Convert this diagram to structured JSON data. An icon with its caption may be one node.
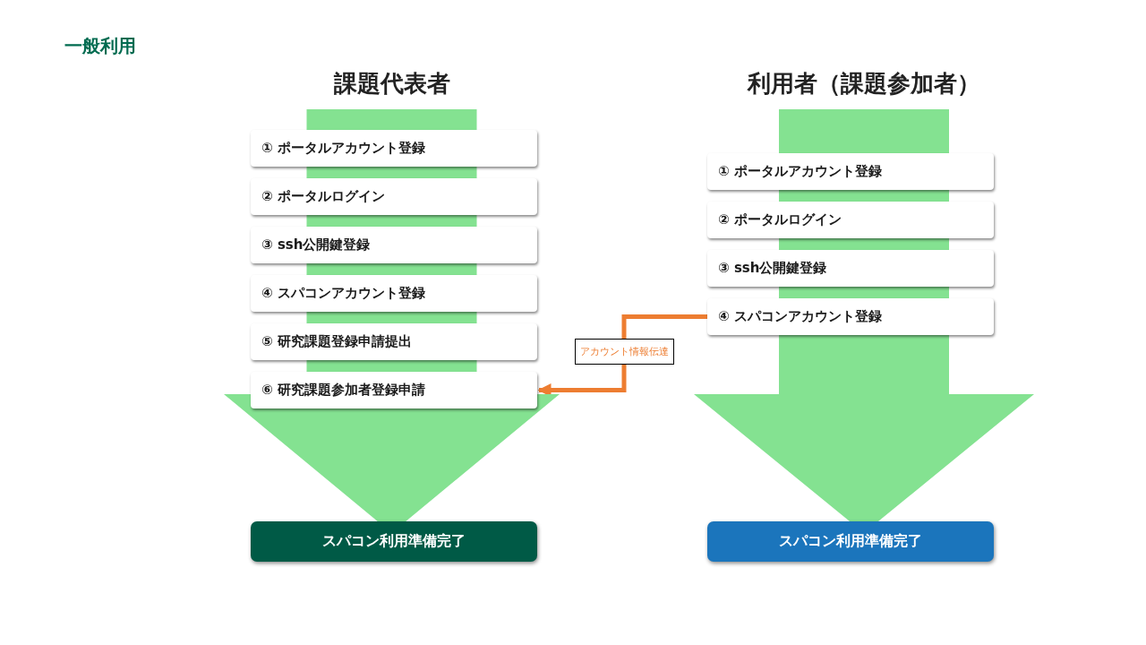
{
  "diagram": {
    "title": "一般利用",
    "nodes": [
      {
        "text": [
          "課題代表者"
        ]
      },
      {
        "text": [
          "① ポータルアカウント登録"
        ],
        "in": 0
      },
      {
        "text": [
          "② ポータルログイン"
        ],
        "in": 0
      },
      {
        "text": [
          "③ ssh公開鍵登録"
        ],
        "in": 0
      },
      {
        "text": [
          "④ スパコンアカウント登録"
        ],
        "in": 0
      },
      {
        "text": [
          "⑤ 研究課題登録申請提出"
        ],
        "in": 0
      },
      {
        "text": [
          "⑥ 研究課題参加者登録申請"
        ],
        "in": 0
      },
      {
        "text": [
          "スパコン利用準備完了"
        ]
      },
      {
        "text": [
          "利用者（課題参加者）"
        ]
      },
      {
        "text": [
          "① ポータルアカウント登録"
        ],
        "in": 8
      },
      {
        "text": [
          "② ポータルログイン"
        ],
        "in": 8
      },
      {
        "text": [
          "③ ssh公開鍵登録"
        ],
        "in": 8
      },
      {
        "text": [
          "④ スパコンアカウント登録"
        ],
        "in": 8
      },
      {
        "text": [
          "スパコン利用準備完了"
        ]
      }
    ],
    "edges": [
      {
        "from": 12,
        "to": 6,
        "arrow": "to",
        "label": "アカウント情報伝達",
        "color": "#ed7d31"
      }
    ]
  }
}
